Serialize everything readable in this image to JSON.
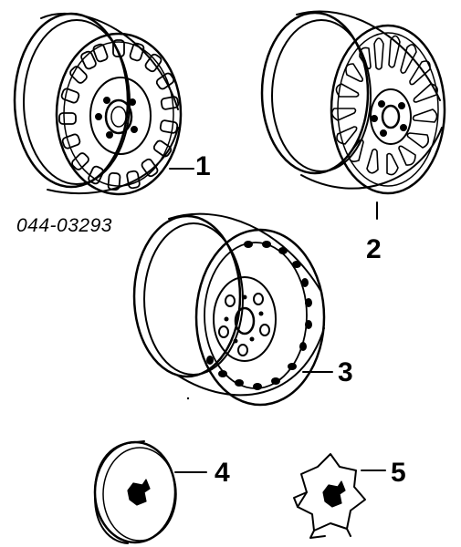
{
  "diagram": {
    "part_number": "044-03293",
    "callouts": [
      {
        "id": "wheel-1",
        "label": "1"
      },
      {
        "id": "wheel-2",
        "label": "2"
      },
      {
        "id": "wheel-3",
        "label": "3"
      },
      {
        "id": "hubcap-4",
        "label": "4"
      },
      {
        "id": "center-cap-5",
        "label": "5"
      }
    ]
  }
}
